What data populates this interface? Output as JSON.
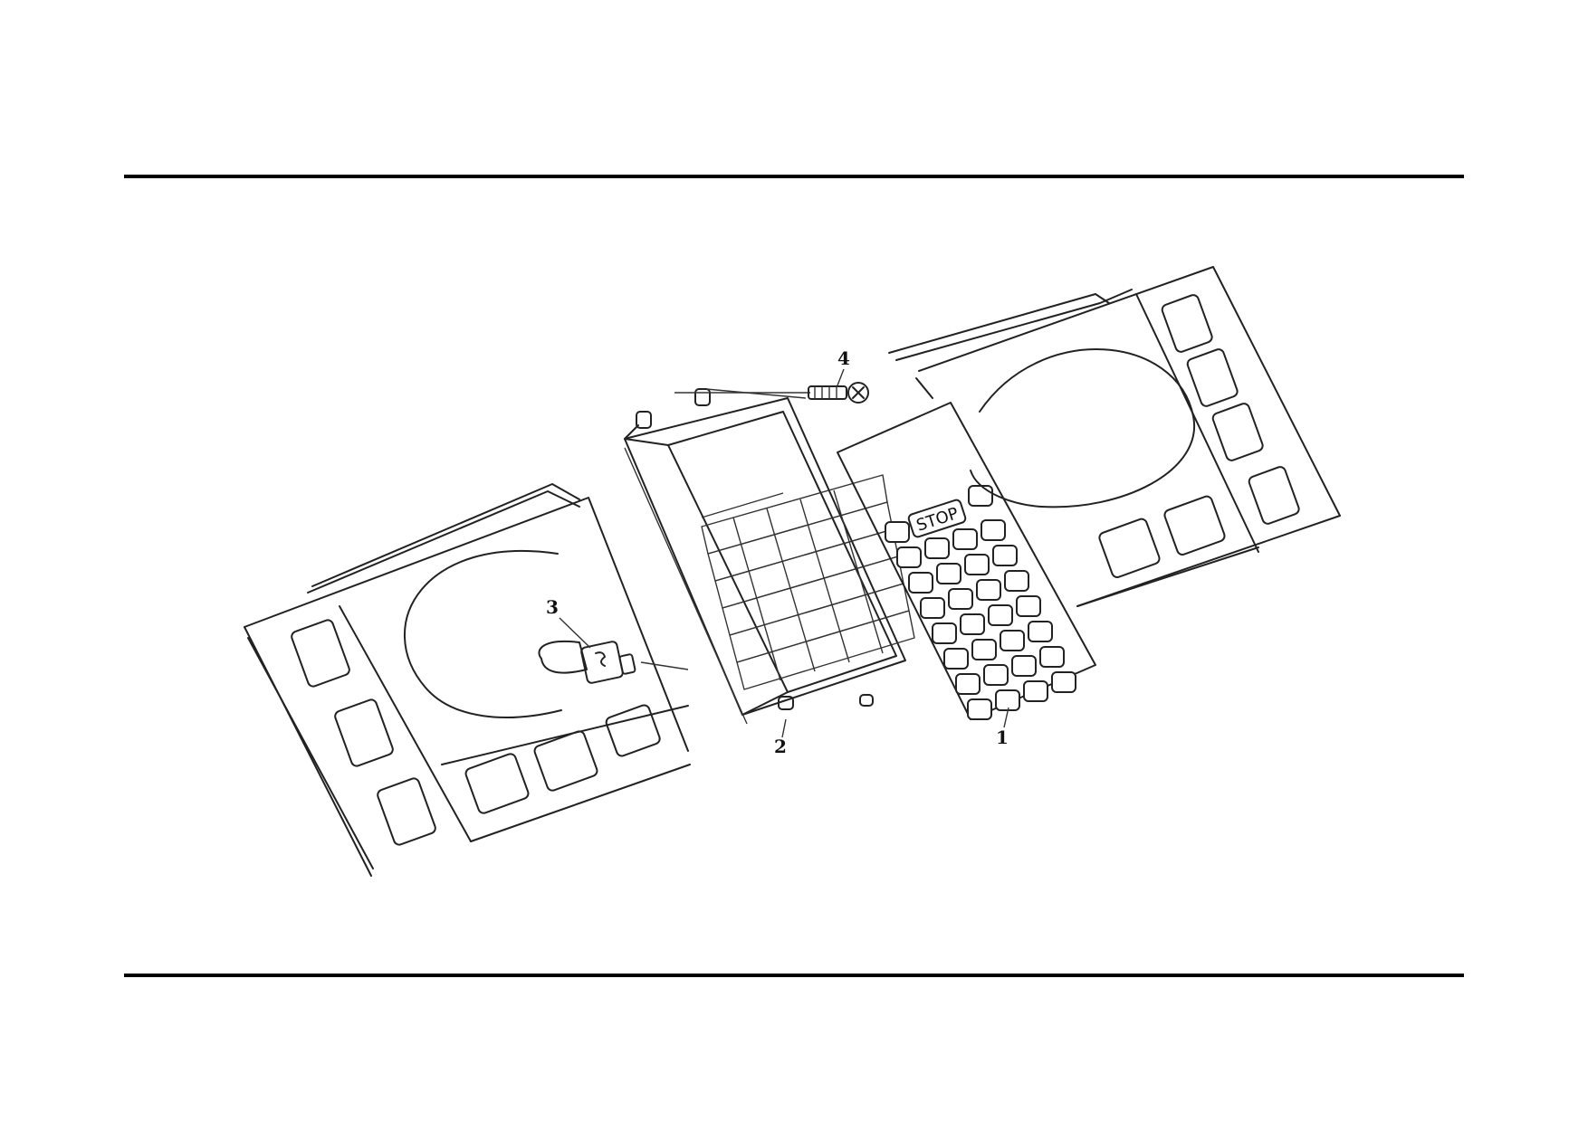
{
  "diagram": {
    "callouts": [
      {
        "id": "1",
        "label": "1"
      },
      {
        "id": "2",
        "label": "2"
      },
      {
        "id": "3",
        "label": "3"
      },
      {
        "id": "4",
        "label": "4"
      }
    ],
    "keypad_label": "STOP"
  },
  "colors": {
    "ink": "#222222",
    "background": "#ffffff"
  }
}
